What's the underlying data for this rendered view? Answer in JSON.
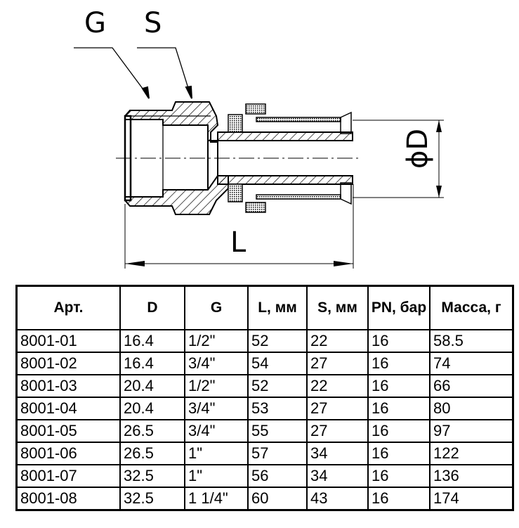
{
  "drawing": {
    "label_g": "G",
    "label_s": "S",
    "label_l": "L",
    "label_d": "ϕD"
  },
  "table": {
    "headers": [
      "Арт.",
      "D",
      "G",
      "L, мм",
      "S, мм",
      "PN, бар",
      "Масса, г"
    ],
    "rows": [
      [
        "8001-01",
        "16.4",
        "1/2\"",
        "52",
        "22",
        "16",
        "58.5"
      ],
      [
        "8001-02",
        "16.4",
        "3/4\"",
        "54",
        "27",
        "16",
        "74"
      ],
      [
        "8001-03",
        "20.4",
        "1/2\"",
        "52",
        "22",
        "16",
        "66"
      ],
      [
        "8001-04",
        "20.4",
        "3/4\"",
        "53",
        "27",
        "16",
        "80"
      ],
      [
        "8001-05",
        "26.5",
        "3/4\"",
        "55",
        "27",
        "16",
        "97"
      ],
      [
        "8001-06",
        "26.5",
        "1\"",
        "57",
        "34",
        "16",
        "122"
      ],
      [
        "8001-07",
        "32.5",
        "1\"",
        "56",
        "34",
        "16",
        "136"
      ],
      [
        "8001-08",
        "32.5",
        "1 1/4\"",
        "60",
        "43",
        "16",
        "174"
      ]
    ]
  }
}
